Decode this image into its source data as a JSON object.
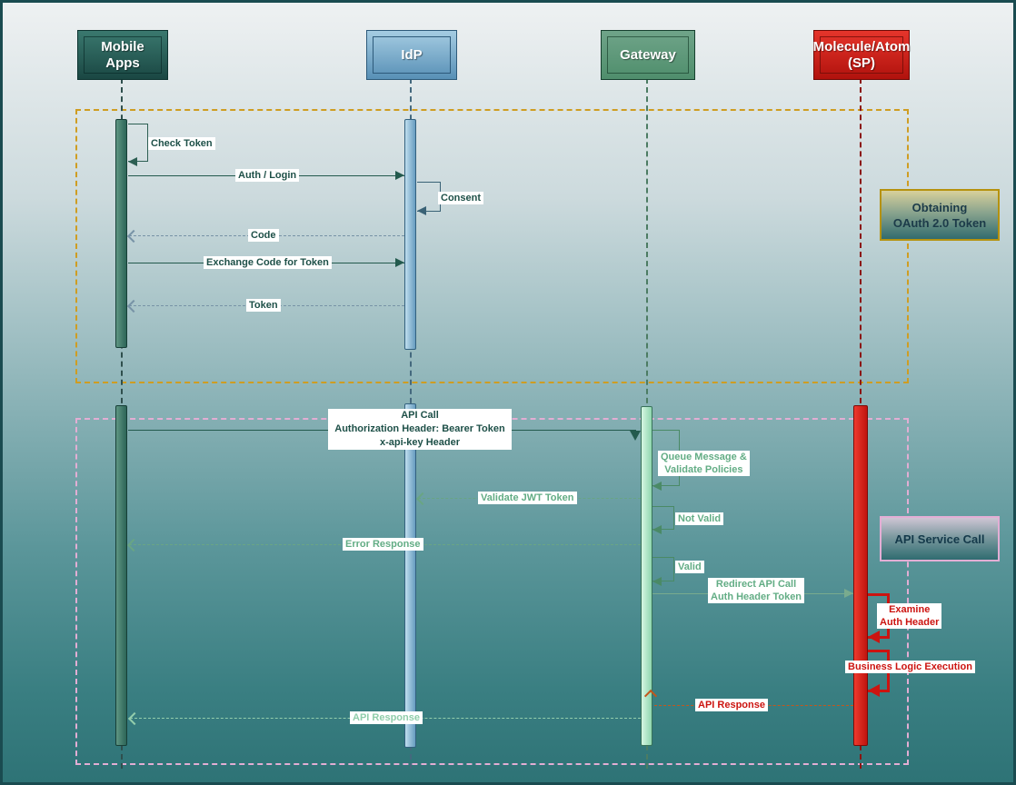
{
  "actors": {
    "mobile": {
      "line1": "Mobile",
      "line2": "Apps"
    },
    "idp": {
      "line1": "IdP",
      "line2": ""
    },
    "gateway": {
      "line1": "Gateway",
      "line2": ""
    },
    "molecule": {
      "line1": "Molecule/Atom",
      "line2": "(SP)"
    }
  },
  "notes": {
    "oauth": {
      "line1": "Obtaining",
      "line2": "OAuth 2.0 Token"
    },
    "api": {
      "label": "API Service Call"
    }
  },
  "messages": {
    "check_token": {
      "label": "Check Token"
    },
    "auth_login": {
      "label": "Auth / Login"
    },
    "consent": {
      "label": "Consent"
    },
    "code": {
      "label": "Code"
    },
    "exchange": {
      "label": "Exchange Code for Token"
    },
    "token": {
      "label": "Token"
    },
    "api_call": {
      "line1": "API Call",
      "line2": "Authorization Header: Bearer Token",
      "line3": "x-api-key Header"
    },
    "queue": {
      "line1": "Queue Message &",
      "line2": "Validate Policies"
    },
    "validate_jwt": {
      "label": "Validate JWT Token"
    },
    "not_valid": {
      "label": "Not Valid"
    },
    "error_response": {
      "label": "Error Response"
    },
    "valid": {
      "label": "Valid"
    },
    "redirect": {
      "line1": "Redirect API Call",
      "line2": "Auth Header Token"
    },
    "examine": {
      "line1": "Examine",
      "line2": "Auth Header"
    },
    "business_logic": {
      "label": "Business Logic Execution"
    },
    "api_response_sp": {
      "label": "API Response"
    },
    "api_response_gw": {
      "label": "API Response"
    }
  },
  "colors": {
    "mobile_actor": "#2c6557",
    "idp_actor": "#5890b6",
    "gateway_actor": "#4f8e6c",
    "molecule_actor": "#cc1410",
    "frame_oauth_border": "#cf9d22",
    "frame_api_border": "#e2aed4",
    "message_dark": "#1e5048",
    "message_green": "#63ad85",
    "message_red": "#cc1410",
    "background_top": "#eef1f2",
    "background_bottom": "#2e7376"
  }
}
